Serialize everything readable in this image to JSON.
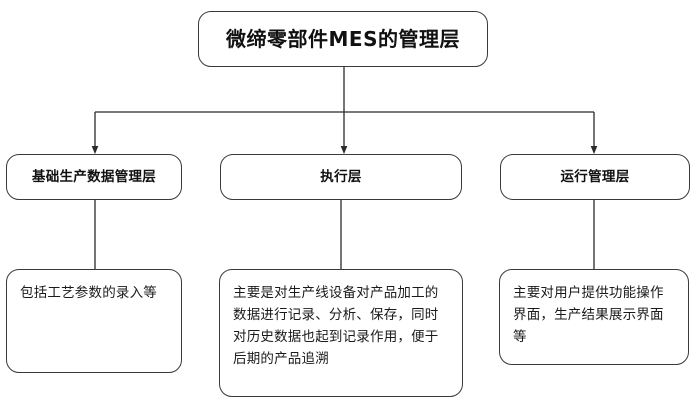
{
  "diagram": {
    "type": "hierarchy-flowchart",
    "title_node": {
      "id": "management-layer",
      "label": "微缔零部件MES的管理层"
    },
    "branches": [
      {
        "id": "basic-production-data-layer",
        "label": "基础生产数据管理层",
        "detail": "包括工艺参数的录入等"
      },
      {
        "id": "execution-layer",
        "label": "执行层",
        "detail": "主要是对生产线设备对产品加工的数据进行记录、分析、保存，同时对历史数据也起到记录作用，便于后期的产品追溯"
      },
      {
        "id": "operation-management-layer",
        "label": "运行管理层",
        "detail": "主要对用户提供功能操作界面，生产结果展示界面等"
      }
    ],
    "colors": {
      "background": "#ffffff",
      "box_border": "#3a3a3a",
      "box_fill": "#ffffff",
      "connector": "#2b2b2b",
      "text": "#111111"
    }
  }
}
